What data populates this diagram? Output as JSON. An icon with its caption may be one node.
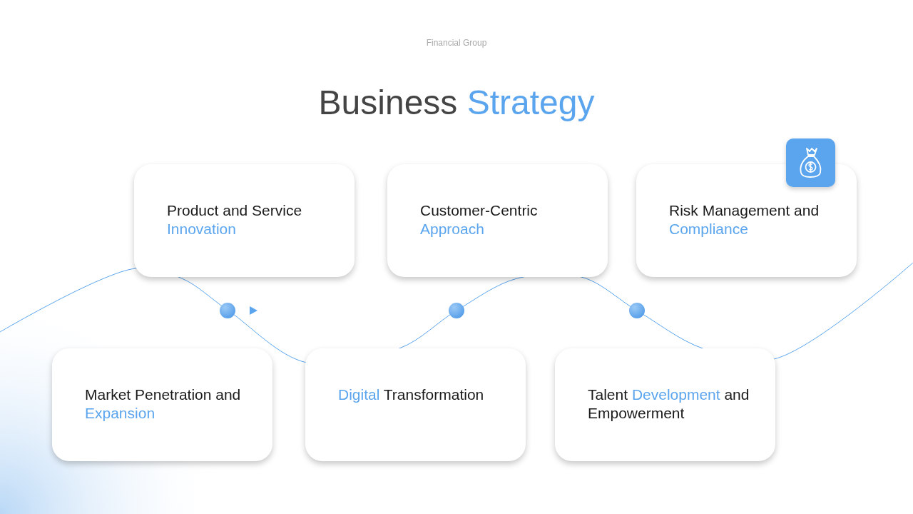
{
  "diagram": {
    "title": "Business **Strategy**",
    "nodes": [
      {
        "text": [
          "Product and Service **Innovation**"
        ]
      },
      {
        "text": [
          "Customer-Centric **Approach**"
        ]
      },
      {
        "text": [
          "Risk Management and **Compliance**"
        ]
      },
      {
        "text": [
          "Market Penetration and **Expansion**"
        ]
      },
      {
        "text": [
          "**Digital** Transformation"
        ]
      },
      {
        "text": [
          "Talent **Development** and Empowerment"
        ]
      }
    ],
    "labels": [
      "Financial Group"
    ]
  }
}
